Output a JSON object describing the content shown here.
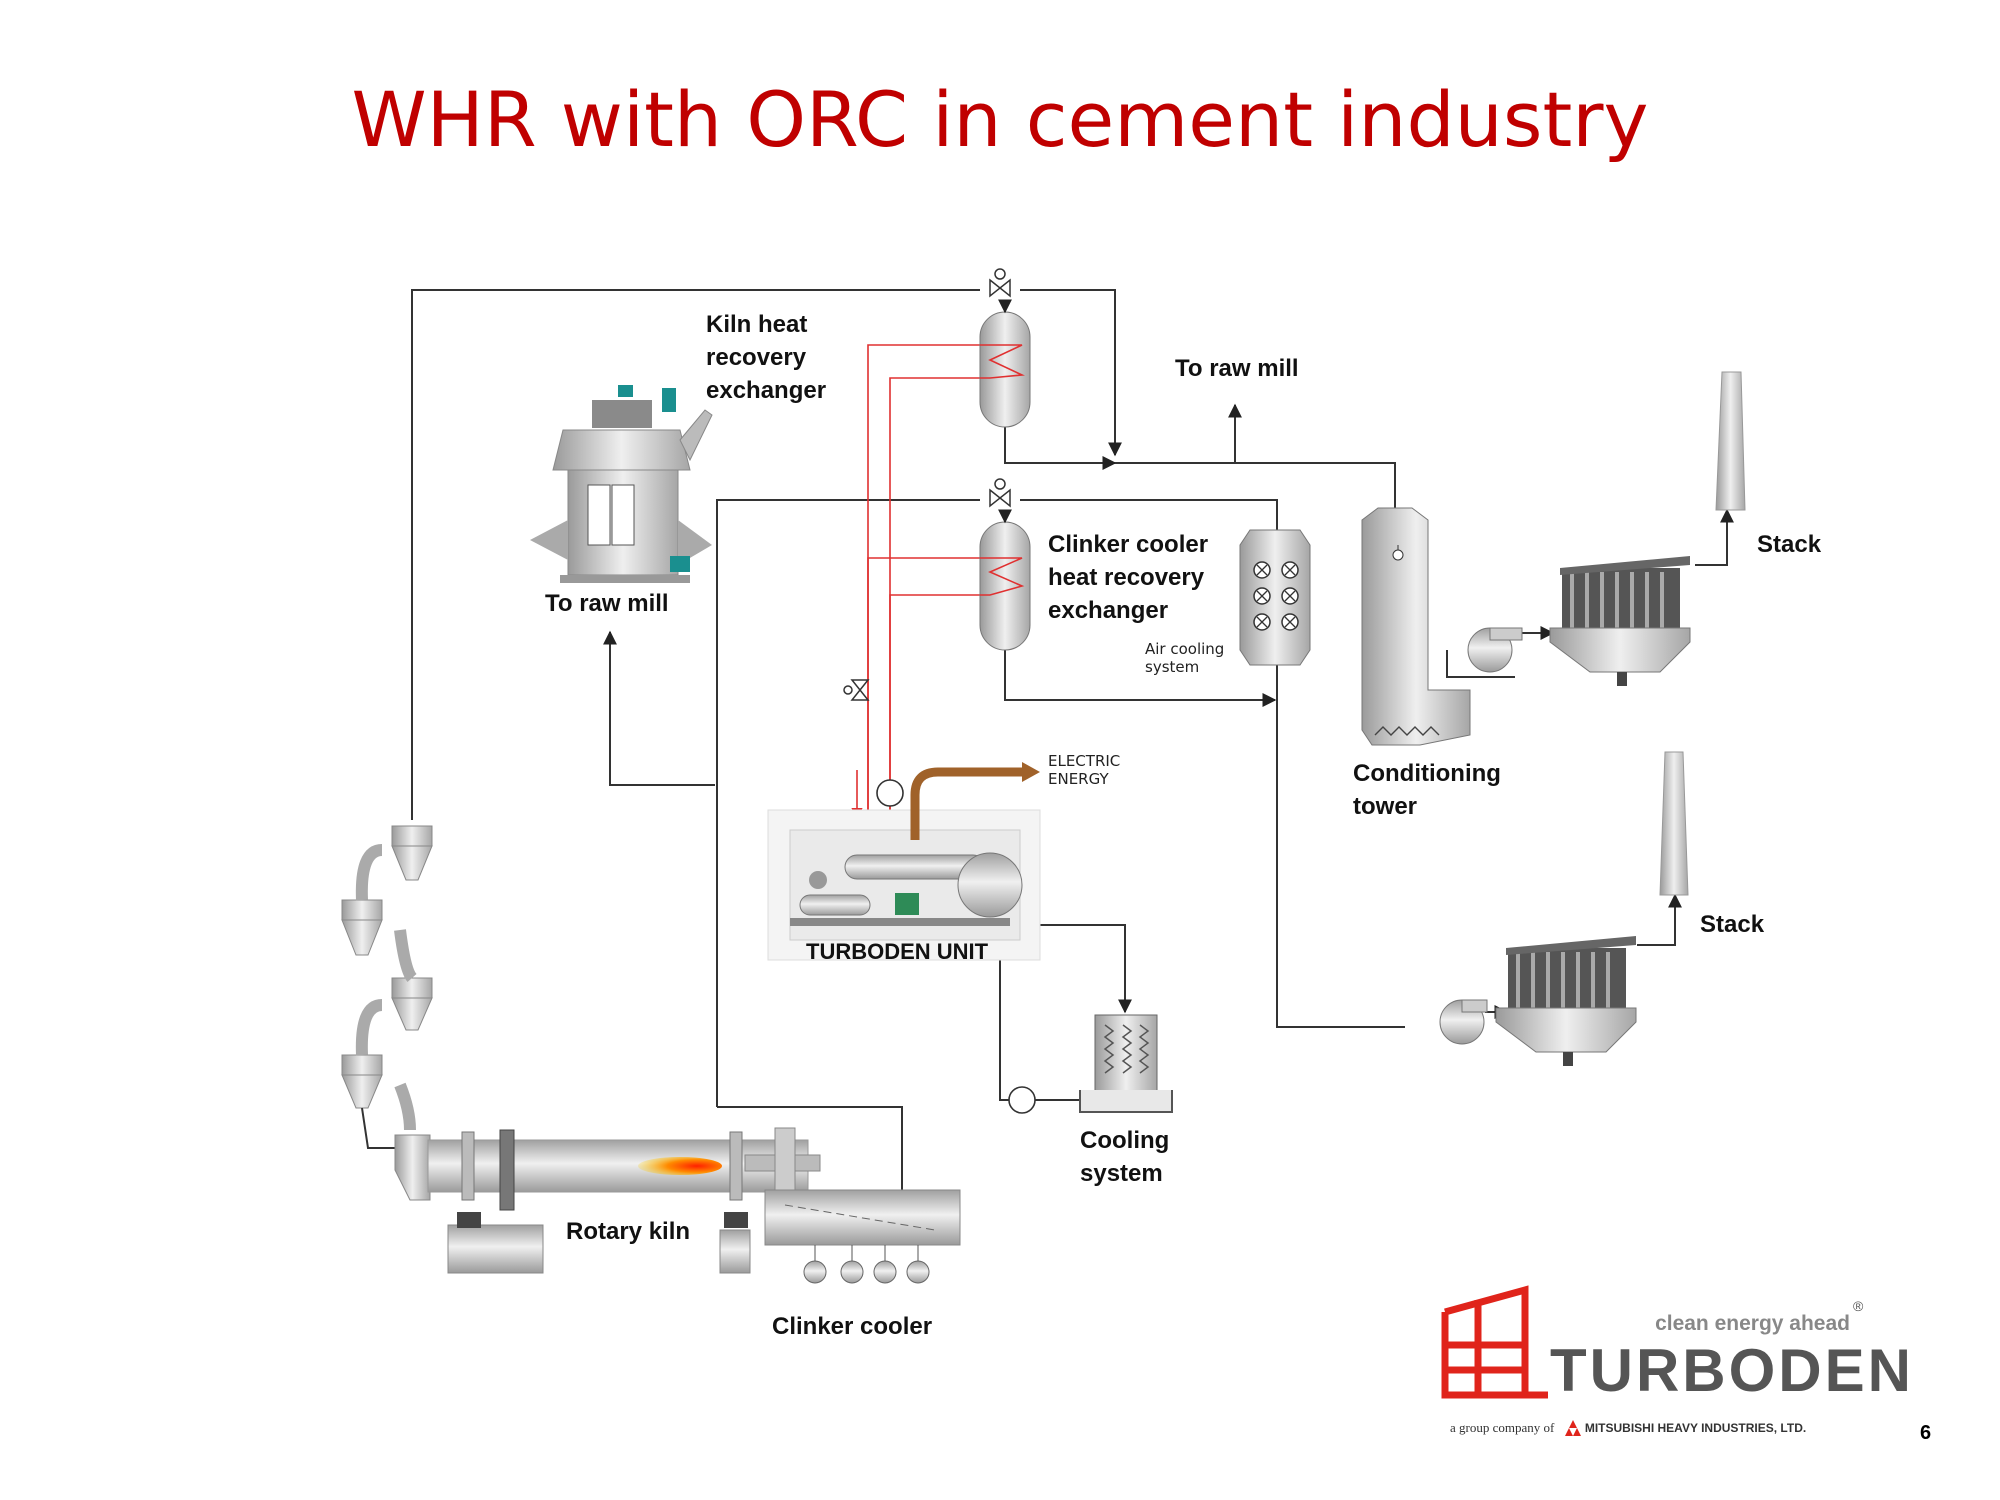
{
  "title": "WHR with ORC in cement industry",
  "labels": {
    "kiln_hrx": "Kiln heat\nrecovery\nexchanger",
    "to_raw_mill_top": "To raw mill",
    "to_raw_mill_left": "To raw mill",
    "clinker_hrx": "Clinker cooler\nheat recovery\nexchanger",
    "air_cooling": "Air cooling\nsystem",
    "electric_energy": "ELECTRIC\nENERGY",
    "turboden_unit": "TURBODEN UNIT",
    "conditioning_tower": "Conditioning\ntower",
    "stack_1": "Stack",
    "stack_2": "Stack",
    "cooling_system": "Cooling\nsystem",
    "rotary_kiln": "Rotary kiln",
    "clinker_cooler": "Clinker cooler"
  },
  "logo": {
    "tagline": "clean energy ahead",
    "registered": "®",
    "name": "TURBODEN",
    "group_prefix": "a group company of",
    "group_name": "MITSUBISHI HEAVY INDUSTRIES, LTD."
  },
  "page_number": "6",
  "colors": {
    "title": "#c00000",
    "hot_line": "#e03030",
    "energy_arrow": "#a0622a",
    "equipment": "#c8c8c8",
    "line": "#333333"
  }
}
